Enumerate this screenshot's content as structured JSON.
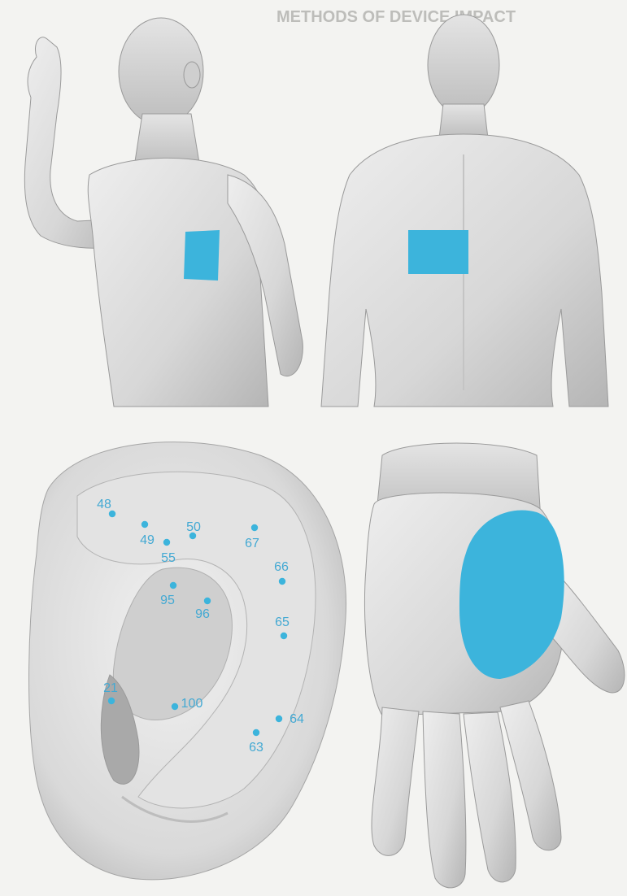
{
  "background_text": [
    {
      "text": "METHODS OF DEVICE IMPACT"
    }
  ],
  "ear_points": [
    {
      "label": "48",
      "dot": [
        138,
        632
      ],
      "text": [
        128,
        625
      ]
    },
    {
      "label": "49",
      "dot": [
        178,
        645
      ],
      "text": [
        181,
        669
      ]
    },
    {
      "label": "50",
      "dot": [
        237,
        659
      ],
      "text": [
        238,
        653
      ]
    },
    {
      "label": "55",
      "dot": [
        205,
        667
      ],
      "text": [
        207,
        691
      ]
    },
    {
      "label": "67",
      "dot": [
        313,
        649
      ],
      "text": [
        310,
        673
      ]
    },
    {
      "label": "66",
      "dot": [
        347,
        715
      ],
      "text": [
        346,
        702
      ]
    },
    {
      "label": "95",
      "dot": [
        213,
        720
      ],
      "text": [
        206,
        743
      ]
    },
    {
      "label": "96",
      "dot": [
        255,
        739
      ],
      "text": [
        249,
        760
      ]
    },
    {
      "label": "65",
      "dot": [
        349,
        782
      ],
      "text": [
        347,
        770
      ]
    },
    {
      "label": "21",
      "dot": [
        137,
        862
      ],
      "text": [
        136,
        851
      ]
    },
    {
      "label": "100",
      "dot": [
        215,
        869
      ],
      "text": [
        236,
        870
      ]
    },
    {
      "label": "64",
      "dot": [
        343,
        884
      ],
      "text": [
        365,
        889
      ]
    },
    {
      "label": "63",
      "dot": [
        315,
        901
      ],
      "text": [
        315,
        924
      ]
    }
  ],
  "colors": {
    "accent": "#3cb4dc",
    "label": "#43a9d3",
    "background": "#f3f3f1"
  }
}
